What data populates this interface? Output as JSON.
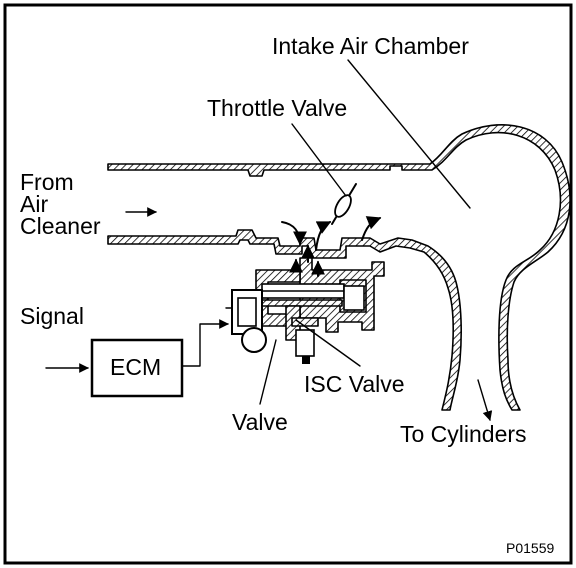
{
  "labels": {
    "intake_air_chamber": "Intake Air Chamber",
    "throttle_valve": "Throttle Valve",
    "from_air_cleaner_1": "From",
    "from_air_cleaner_2": "Air",
    "from_air_cleaner_3": "Cleaner",
    "signal": "Signal",
    "ecm": "ECM",
    "isc_valve": "ISC Valve",
    "valve": "Valve",
    "to_cylinders": "To Cylinders",
    "figure_code": "P01559"
  }
}
